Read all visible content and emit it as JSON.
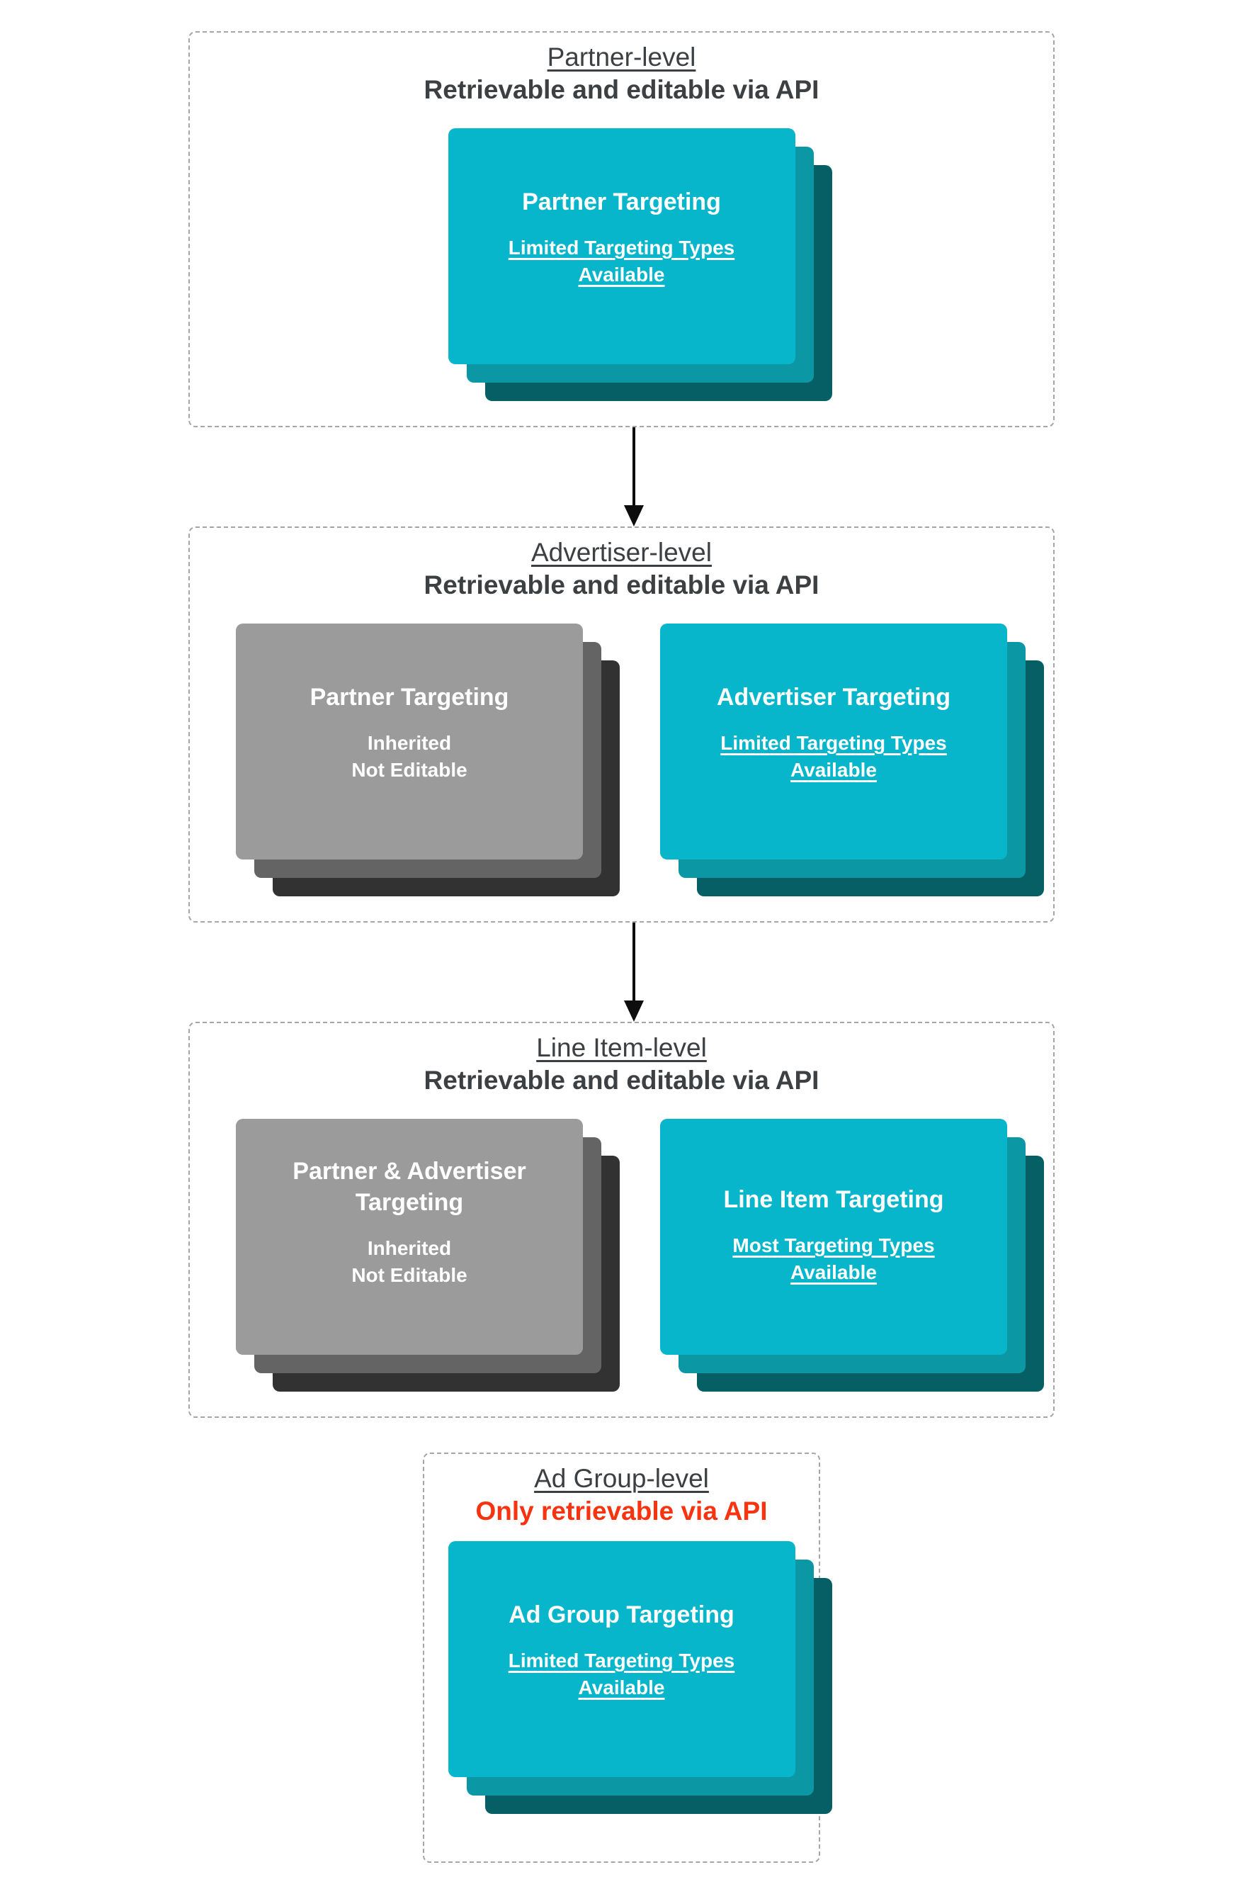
{
  "palette": {
    "editable_card_front": "#08b6cc",
    "editable_card_mid": "#0c97a5",
    "editable_card_back": "#055f64",
    "inherited_card_front": "#9b9b9b",
    "inherited_card_mid": "#646464",
    "inherited_card_back": "#323232",
    "heading_text": "#3d4043",
    "warning_text": "#f8330f",
    "card_text": "#ffffff",
    "dashed_border": "#a6a6a6",
    "arrow": "#0d0d0d"
  },
  "sections": [
    {
      "title": "Partner-level",
      "subtitle": "Retrievable and editable via API",
      "cards": [
        {
          "name": "Partner Targeting",
          "note": "Limited Targeting Types Available",
          "style": "editable-teal"
        }
      ]
    },
    {
      "title": "Advertiser-level",
      "subtitle": "Retrievable and editable via API",
      "cards": [
        {
          "name": "Partner Targeting",
          "note_lines": [
            "Inherited",
            "Not Editable"
          ],
          "style": "inherited-gray"
        },
        {
          "name": "Advertiser Targeting",
          "note": "Limited Targeting Types Available",
          "style": "editable-teal"
        }
      ]
    },
    {
      "title": "Line Item-level",
      "subtitle": "Retrievable and editable via API",
      "cards": [
        {
          "name": "Partner & Advertiser Targeting",
          "note_lines": [
            "Inherited",
            "Not Editable"
          ],
          "style": "inherited-gray"
        },
        {
          "name": "Line Item Targeting",
          "note": "Most Targeting Types Available",
          "style": "editable-teal"
        }
      ]
    },
    {
      "title": "Ad Group-level",
      "subtitle": "Only retrievable via API",
      "cards": [
        {
          "name": "Ad Group Targeting",
          "note": "Limited Targeting Types Available",
          "style": "editable-teal"
        }
      ]
    }
  ]
}
